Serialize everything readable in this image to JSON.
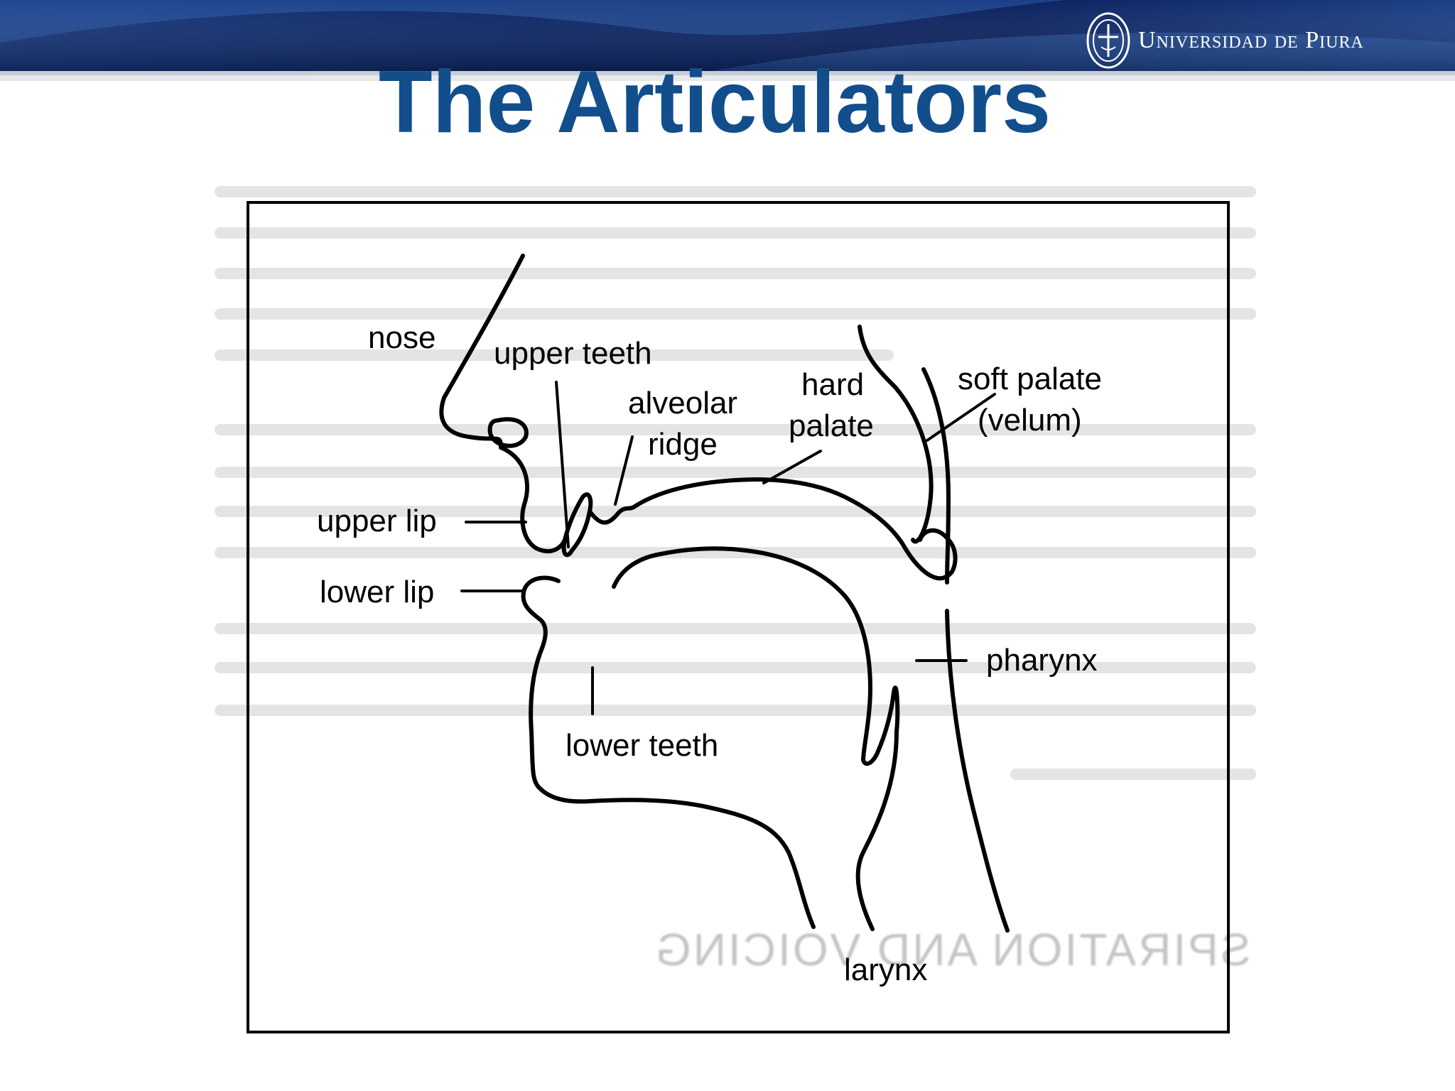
{
  "slide": {
    "title": "The Articulators",
    "logo_text": "Universidad de Piura"
  },
  "diagram": {
    "labels": {
      "nose": "nose",
      "upper_teeth": "upper teeth",
      "alveolar": "alveolar",
      "ridge": "ridge",
      "hard": "hard",
      "palate": "palate",
      "soft_palate": "soft palate",
      "velum": "(velum)",
      "upper_lip": "upper lip",
      "lower_lip": "lower lip",
      "pharynx": "pharynx",
      "lower_teeth": "lower teeth",
      "larynx": "larynx"
    },
    "background_heading": "SPIRATION AND VOICING"
  },
  "colors": {
    "title": "#124e8c",
    "banner_dark": "#0d2a63",
    "banner_mid": "#1d4a93",
    "line": "#000000"
  }
}
